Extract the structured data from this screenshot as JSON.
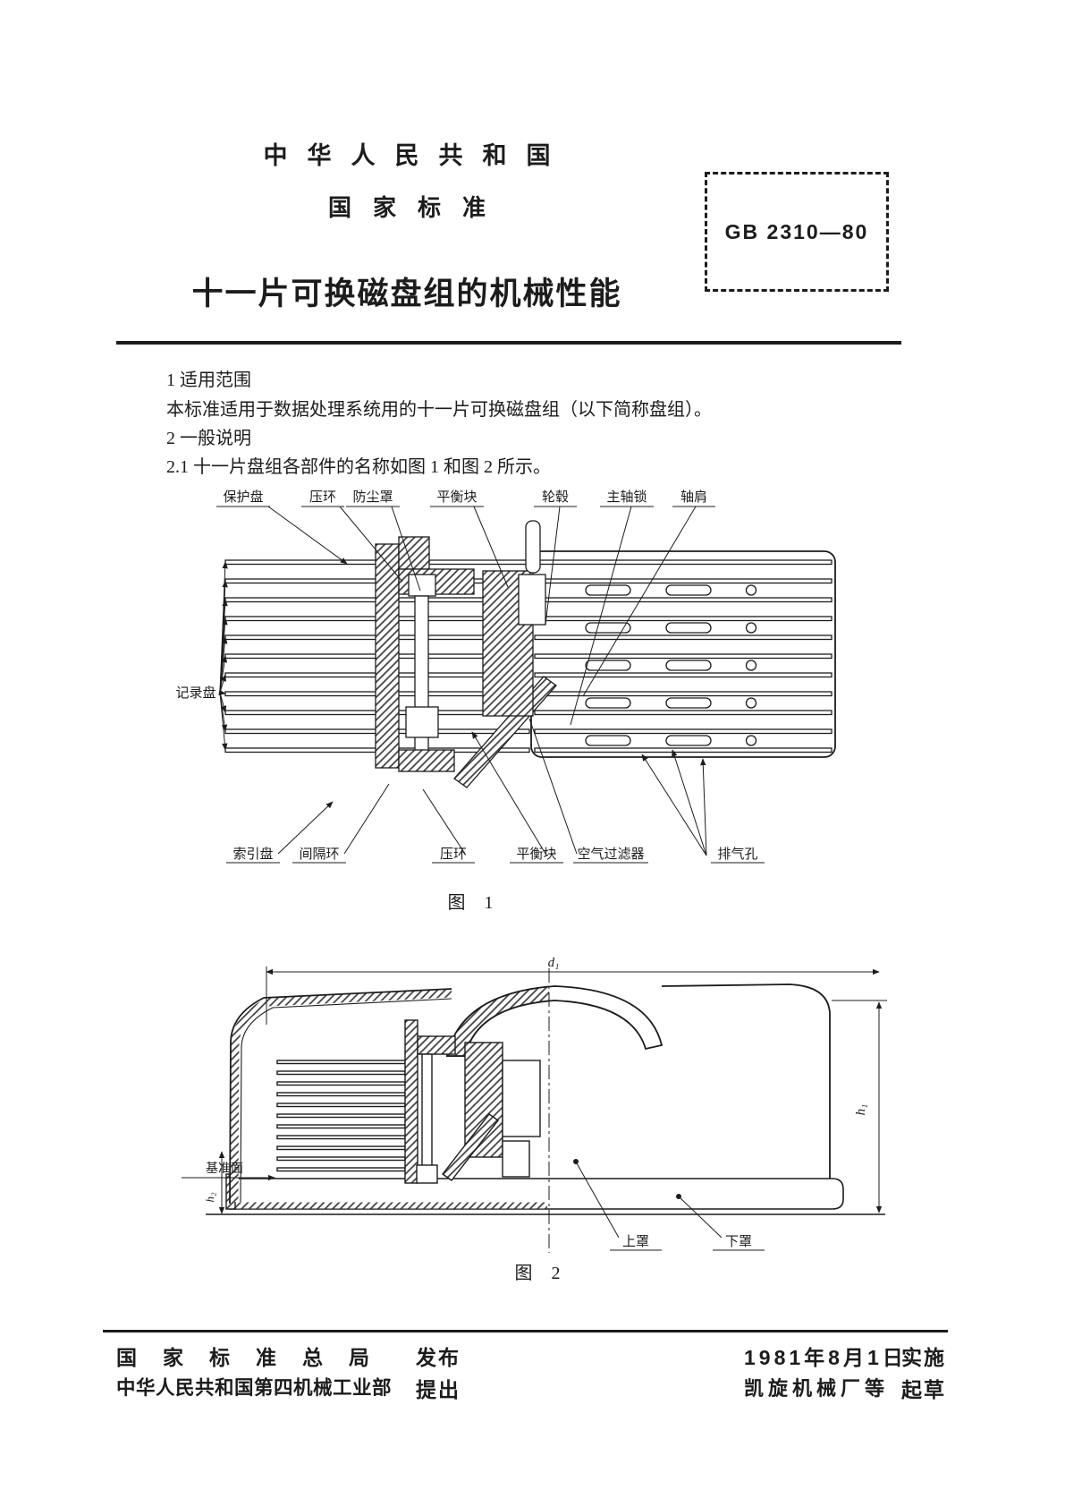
{
  "ink_color": "#1c1c1c",
  "paper_color": "#ffffff",
  "header": {
    "country": "中华人民共和国",
    "standard_type": "国家标准",
    "standard_code": "GB 2310—80",
    "doc_title": "十一片可换磁盘组的机械性能"
  },
  "body": {
    "s1_heading": "1 适用范围",
    "s1_text": "本标准适用于数据处理系统用的十一片可换磁盘组（以下简称盘组）。",
    "s2_heading": "2 一般说明",
    "s2_1_text": "2.1 十一片盘组各部件的名称如图 1 和图 2 所示。"
  },
  "figure1": {
    "caption": "图 1",
    "labels_top": [
      "保护盘",
      "压环",
      "防尘罩",
      "平衡块",
      "轮毂",
      "主轴锁",
      "轴肩"
    ],
    "label_left": "记录盘",
    "labels_bottom": [
      "索引盘",
      "间隔环",
      "压环",
      "平衡块",
      "空气过滤器",
      "排气孔"
    ]
  },
  "figure2": {
    "caption": "图 2",
    "dims": {
      "d1": "d₁",
      "h1": "h₁",
      "h2": "h₂"
    },
    "labels": {
      "datum": "基准面",
      "upper_cover": "上罩",
      "lower_cover": "下罩"
    }
  },
  "footer": {
    "issuer": "国家标准总局",
    "issuer_action": "发布",
    "proposer": "中华人民共和国第四机械工业部",
    "proposer_action": "提出",
    "implement_date": "1981年8月1日",
    "implement_action": "实施",
    "drafter": "凯旋机械厂等",
    "drafter_action": "起草"
  }
}
